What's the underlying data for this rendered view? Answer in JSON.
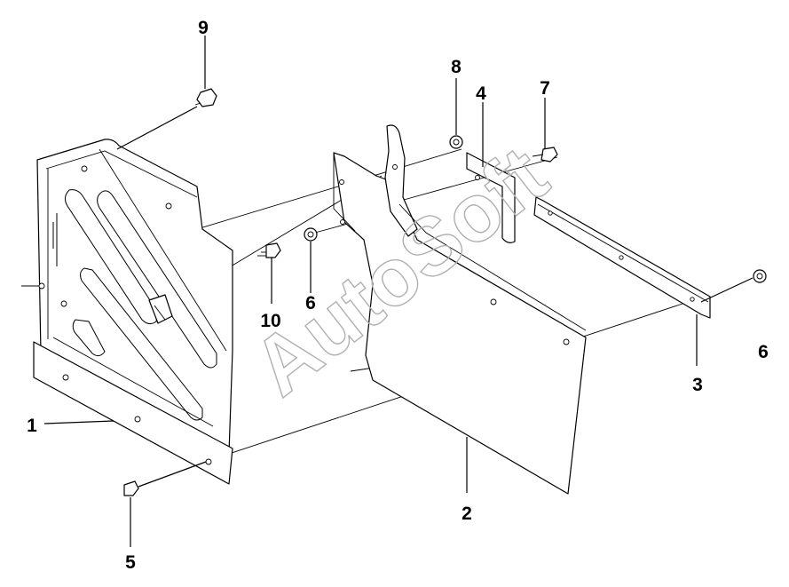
{
  "watermark": "AutoSoft",
  "callouts": {
    "c1": "1",
    "c2": "2",
    "c3": "3",
    "c4": "4",
    "c5": "5",
    "c6a": "6",
    "c6b": "6",
    "c7": "7",
    "c8": "8",
    "c9": "9",
    "c10": "10"
  }
}
